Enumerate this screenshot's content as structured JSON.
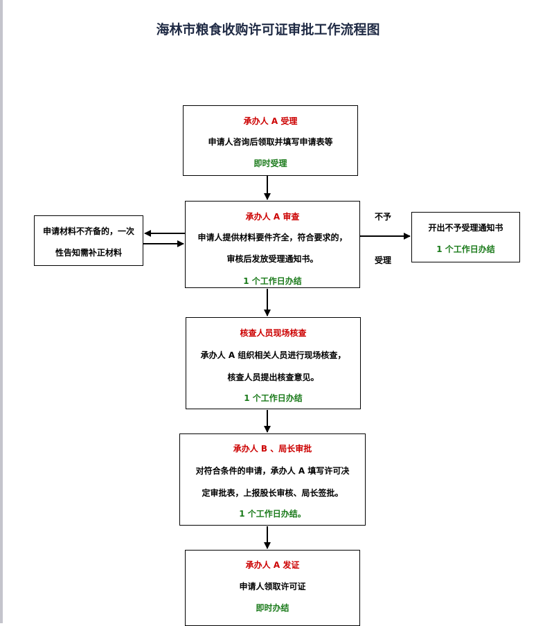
{
  "title": "海林市粮食收购许可证审批工作流程图",
  "steps": [
    {
      "heading": "承办人 A 受理",
      "lines": [
        "申请人咨询后领取并填写申请表等"
      ],
      "deadline": "即时受理"
    },
    {
      "heading": "承办人 A 审查",
      "lines": [
        "申请人提供材料要件齐全，符合要求的，",
        "审核后发放受理通知书。"
      ],
      "deadline": "1 个工作日办结"
    },
    {
      "heading": "核查人员现场核查",
      "lines": [
        "承办人 A 组织相关人员进行现场核查，",
        "核查人员提出核查意见。"
      ],
      "deadline": "1 个工作日办结"
    },
    {
      "heading": "承办人 B 、局长审批",
      "lines": [
        "对符合条件的申请，承办人 A 填写许可决",
        "定审批表，上报股长审核、局长签批。"
      ],
      "deadline": "1 个工作日办结。"
    },
    {
      "heading": "承办人 A 发证",
      "lines": [
        "申请人领取许可证"
      ],
      "deadline": "即时办结"
    }
  ],
  "left_note": {
    "lines": [
      "申请材料不齐备的，一次",
      "性告知需补正材料"
    ]
  },
  "reject_branch": {
    "label_top": "不予",
    "label_bottom": "受理",
    "box_line": "开出不予受理通知书",
    "deadline": "1 个工作日办结"
  },
  "colors": {
    "heading": "#cc0000",
    "deadline": "#1a7a1a",
    "border": "#000000"
  }
}
